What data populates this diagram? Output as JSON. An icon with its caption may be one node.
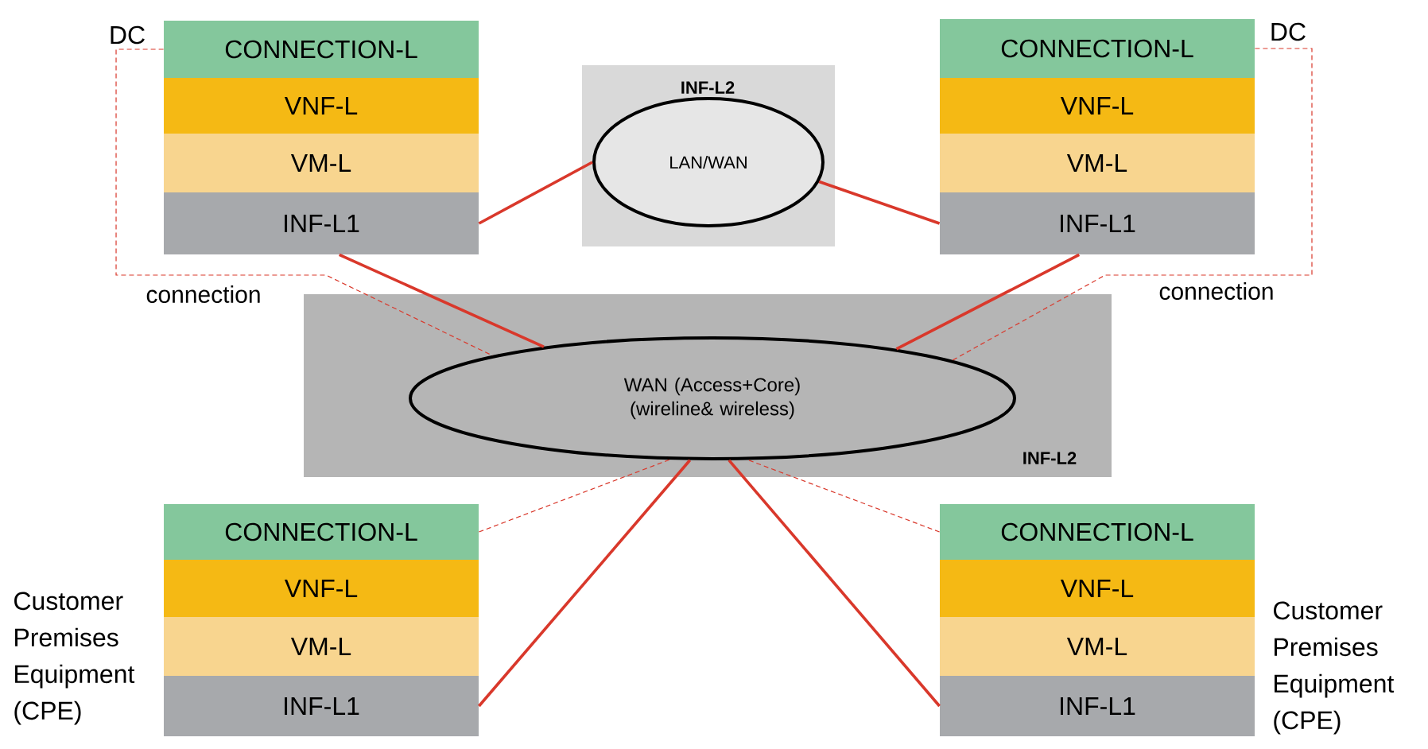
{
  "diagram": {
    "nodes": [
      {
        "text": [
          "CONNECTION-L"
        ]
      },
      {
        "text": [
          "VNF-L"
        ]
      },
      {
        "text": [
          "VM-L"
        ]
      },
      {
        "text": [
          "INF-L1"
        ]
      },
      {
        "text": [
          "INF-L2"
        ]
      },
      {
        "text": [
          "LAN/WAN"
        ],
        "in": 4
      },
      {
        "text": [
          "CONNECTION-L"
        ]
      },
      {
        "text": [
          "VNF-L"
        ]
      },
      {
        "text": [
          "VM-L"
        ]
      },
      {
        "text": [
          "INF-L1"
        ]
      },
      {
        "text": [
          "INF-L2"
        ]
      },
      {
        "text": [
          "WAN (Access+Core) (wireline& wireless)"
        ],
        "in": 10
      },
      {
        "text": [
          "CONNECTION-L"
        ]
      },
      {
        "text": [
          "VNF-L"
        ]
      },
      {
        "text": [
          "VM-L"
        ]
      },
      {
        "text": [
          "INF-L1"
        ]
      },
      {
        "text": [
          "CONNECTION-L"
        ]
      },
      {
        "text": [
          "VNF-L"
        ]
      },
      {
        "text": [
          "VM-L"
        ]
      },
      {
        "text": [
          "INF-L1"
        ]
      }
    ],
    "edges": [
      {
        "from": 3,
        "to": 5,
        "arrow": "none"
      },
      {
        "from": 3,
        "to": 11,
        "arrow": "none"
      },
      {
        "from": 0,
        "to": 11,
        "arrow": "none",
        "style": "dashed",
        "label": "connection"
      },
      {
        "from": 9,
        "to": 5,
        "arrow": "none"
      },
      {
        "from": 9,
        "to": 11,
        "arrow": "none"
      },
      {
        "from": 6,
        "to": 11,
        "arrow": "none",
        "style": "dashed",
        "label": "connection"
      },
      {
        "from": 15,
        "to": 11,
        "arrow": "none"
      },
      {
        "from": 12,
        "to": 11,
        "arrow": "none",
        "style": "dashed"
      },
      {
        "from": 19,
        "to": 11,
        "arrow": "none"
      },
      {
        "from": 16,
        "to": 11,
        "arrow": "none",
        "style": "dashed"
      }
    ],
    "labels": [
      "DC",
      "DC",
      "Customer Premises Equipment (CPE)",
      "Customer Premises Equipment (CPE)"
    ]
  }
}
